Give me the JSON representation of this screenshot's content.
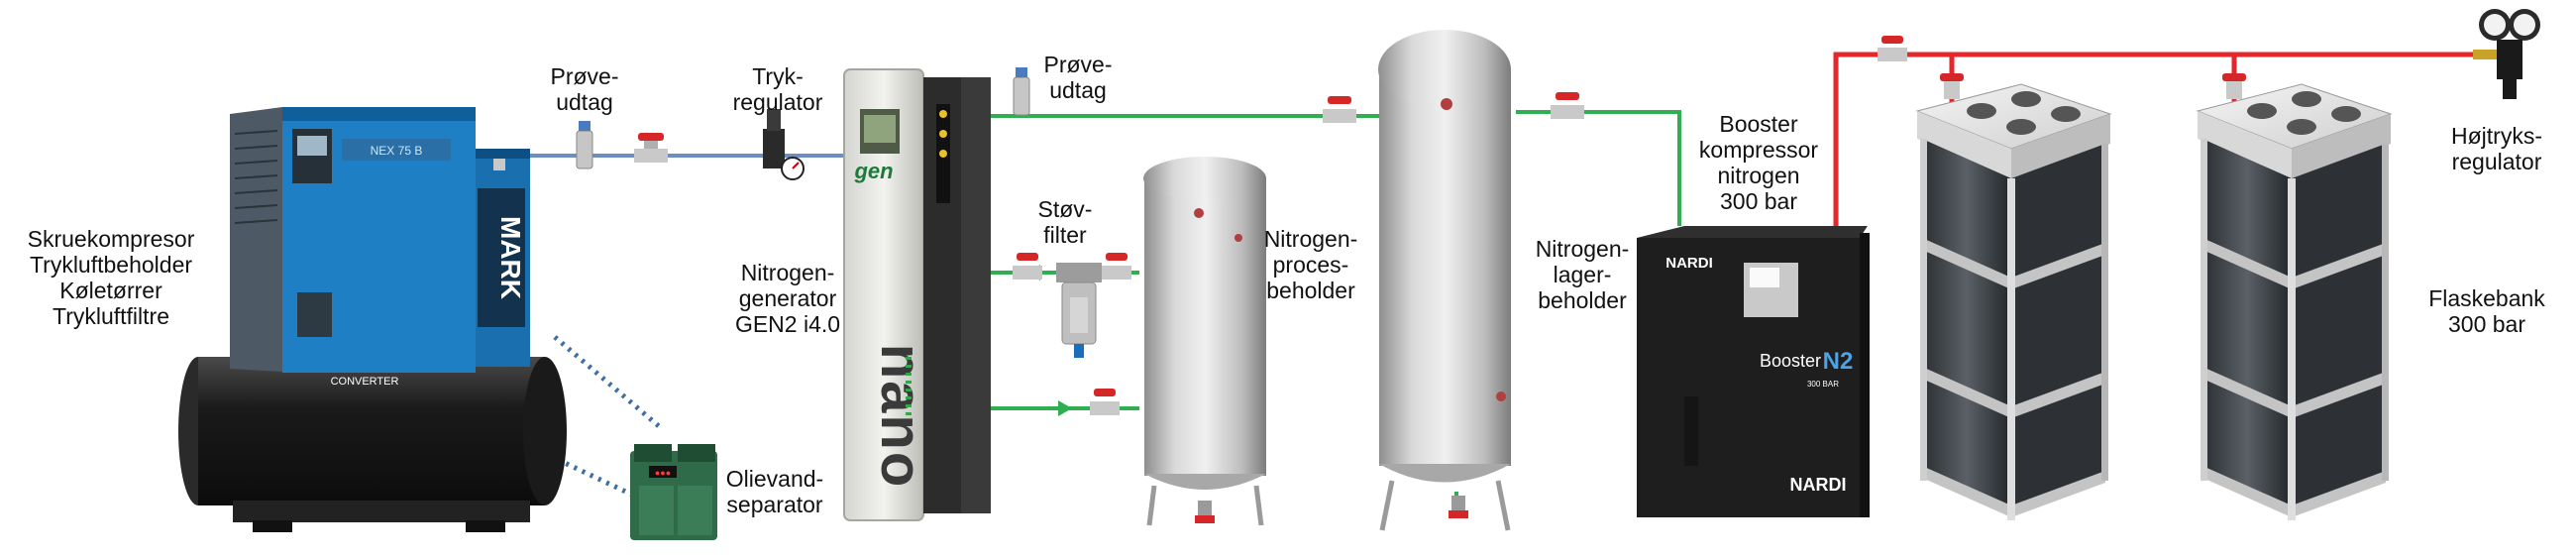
{
  "labels": {
    "skrue": "Skruekompresor\nTrykluftbeholder\nKøletørrer\nTrykluftfiltre",
    "prove1": "Prøve-\nudtag",
    "tryk": "Tryk-\nregulator",
    "prove2": "Prøve-\nudtag",
    "stov": "Støv-\nfilter",
    "nitrogen_gen": "Nitrogen-\ngenerator\nGEN2 i4.0",
    "olie": "Olievand-\nseparator",
    "proces": "Nitrogen-\nproces-\nbeholder",
    "lager": "Nitrogen-\nlager-\nbeholder",
    "booster": "Booster\nkompressor\nnitrogen\n300 bar",
    "hojtryk": "Højtryks-\nregulator",
    "flaskebank": "Flaskebank\n300 bar"
  },
  "device_text": {
    "mark": "MARK",
    "converter": "CONVERTER",
    "gen": "gen",
    "nano": "nano",
    "nardi": "NARDI",
    "booster_brand": "Booster",
    "n2": "N2",
    "bar": "300 BAR"
  },
  "colors": {
    "blue_pipe": "#6d8fbf",
    "green_pipe": "#2fae52",
    "red_pipe": "#e5262a",
    "dotted": "#3f6ea5",
    "compressor_blue": "#1f7fc4",
    "tank_silver": "#c9c9c9",
    "dark": "#1e1e1e"
  }
}
